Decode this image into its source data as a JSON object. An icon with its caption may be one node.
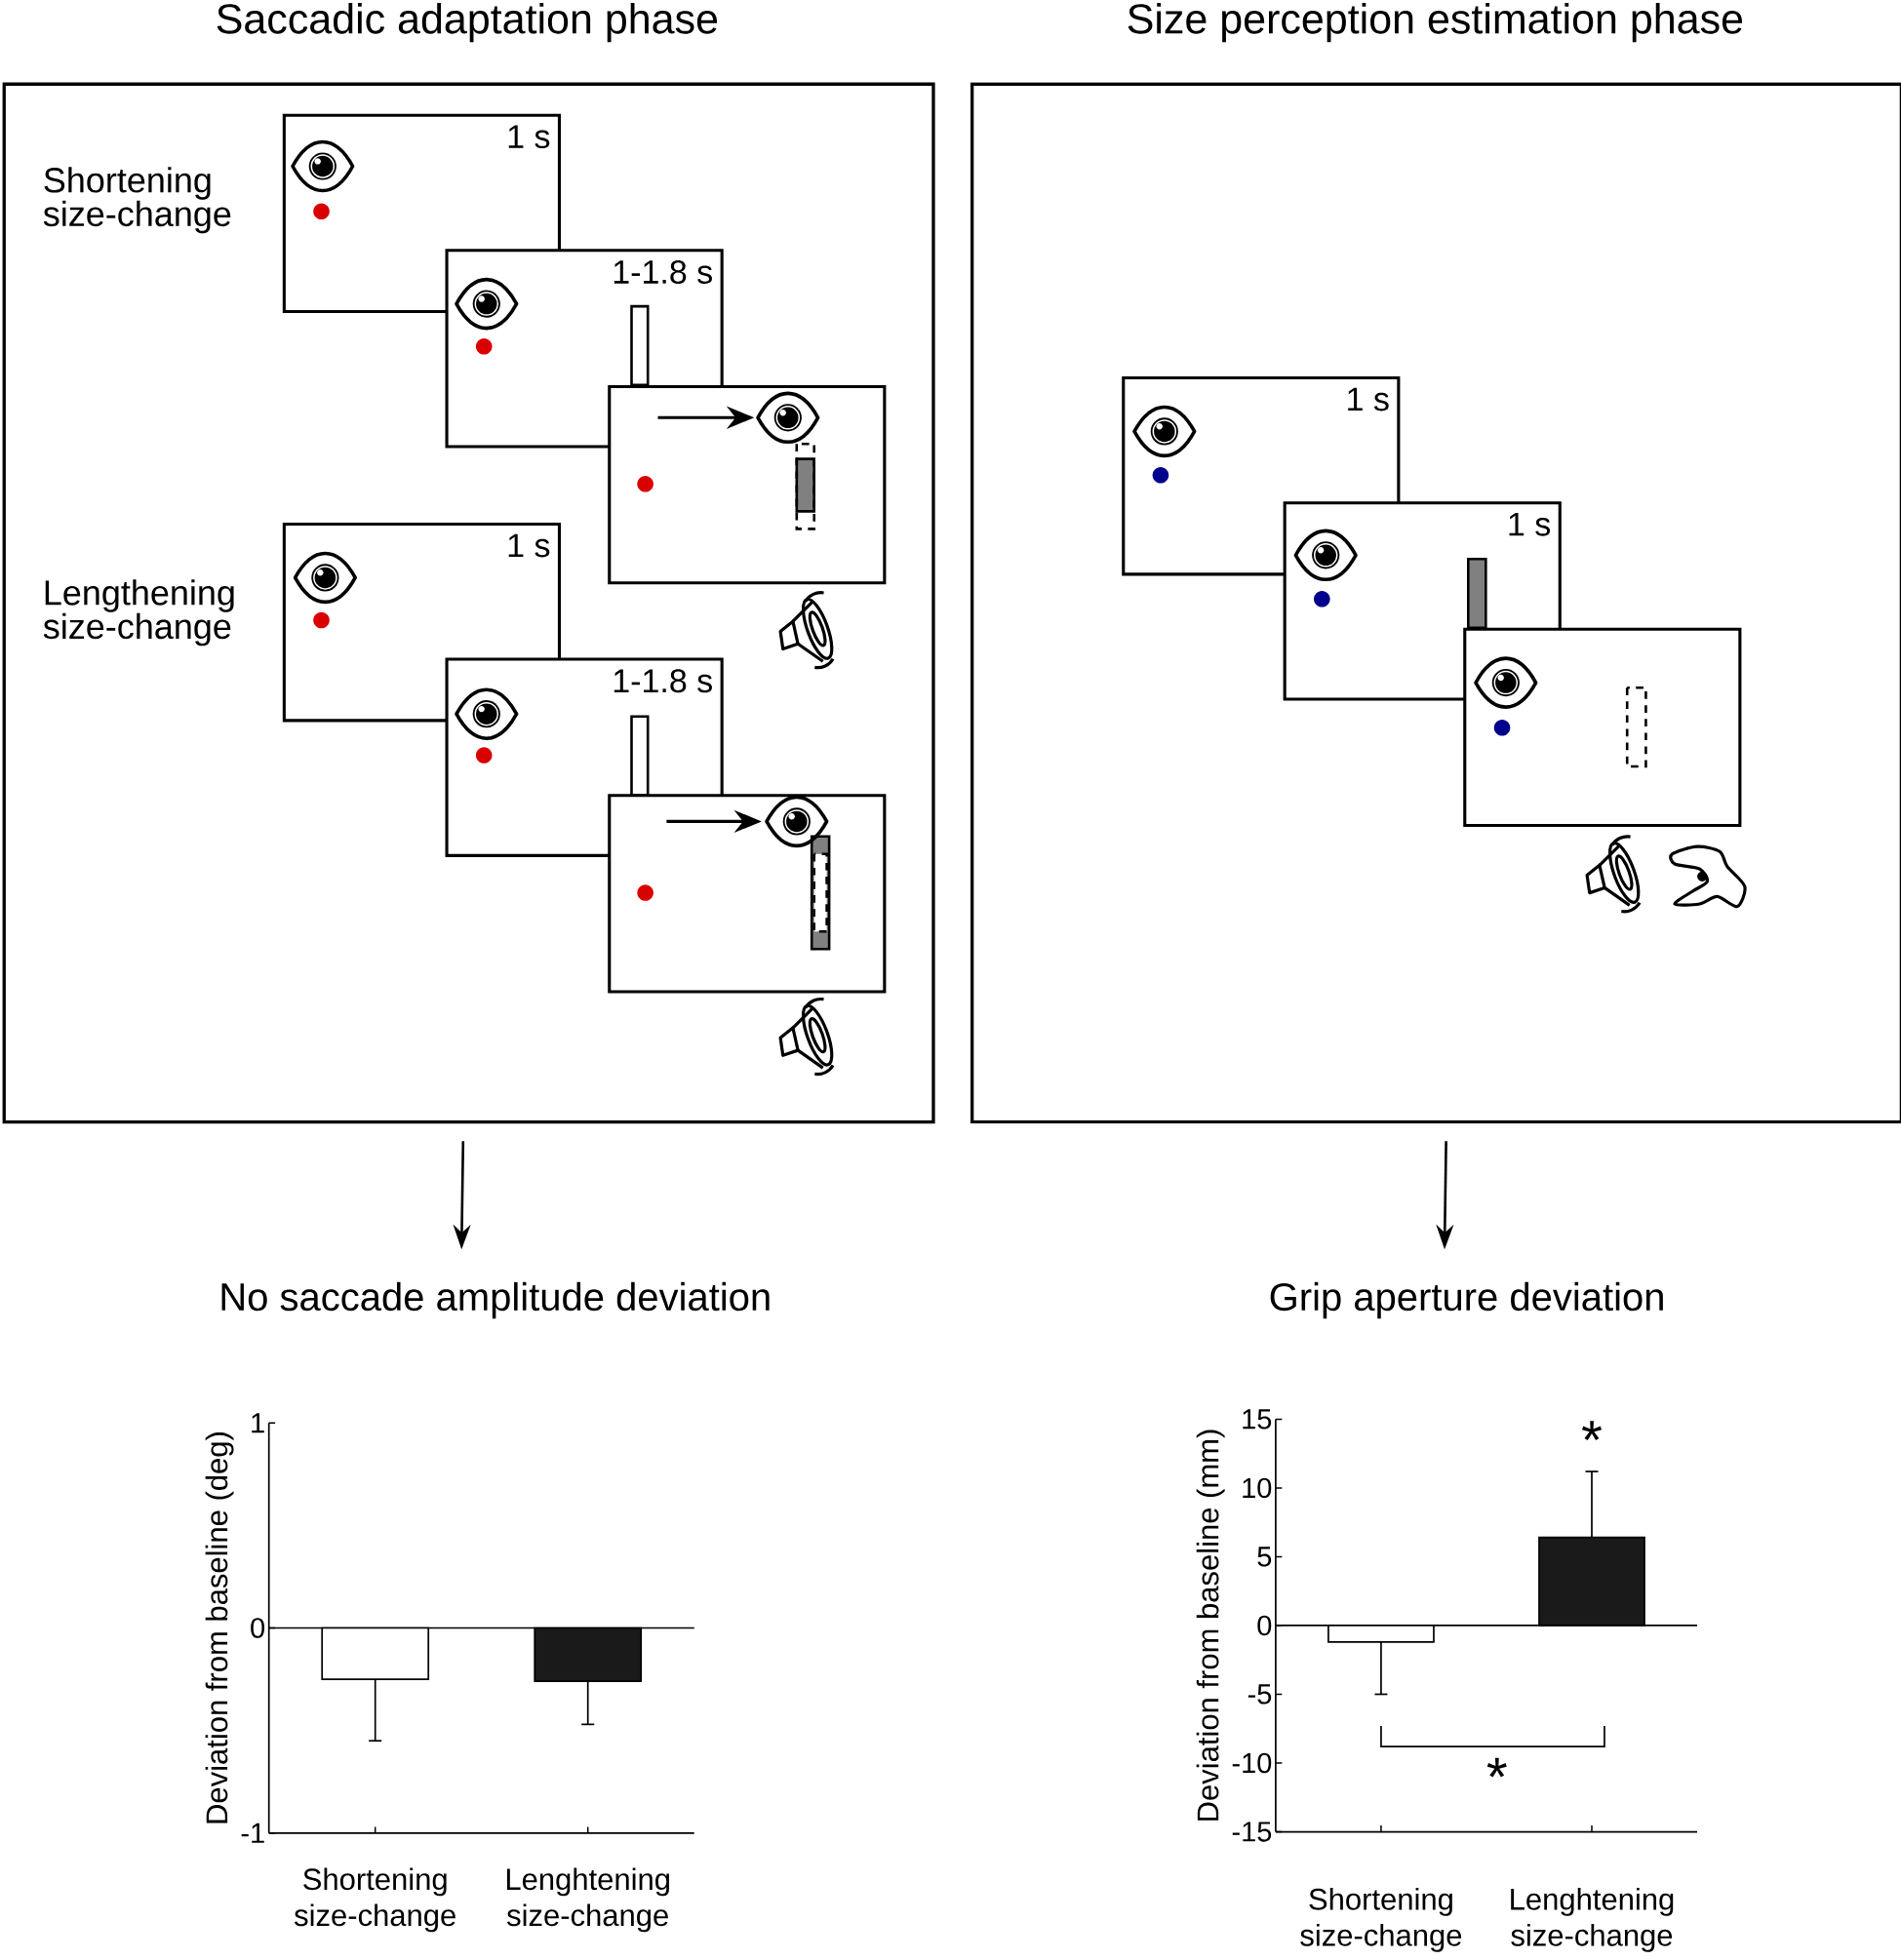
{
  "diagram": {
    "nodes": [
      {
        "text": [
          "Saccadic adaptation phase"
        ]
      },
      {
        "text": [
          "1 s"
        ],
        "in": 0
      },
      {
        "text": [
          "1-1.8 s"
        ],
        "in": 0
      },
      {
        "text": [],
        "shape": "box",
        "in": 0
      },
      {
        "text": [
          "1 s"
        ],
        "in": 0
      },
      {
        "text": [
          "1-1.8 s"
        ],
        "in": 0
      },
      {
        "text": [],
        "shape": "box",
        "in": 0
      },
      {
        "text": [
          "Size perception estimation phase"
        ]
      },
      {
        "text": [
          "1 s"
        ],
        "in": 7
      },
      {
        "text": [
          "1 s"
        ],
        "in": 7
      },
      {
        "text": [],
        "shape": "box",
        "in": 7
      },
      {
        "text": [
          "No saccade amplitude deviation"
        ]
      },
      {
        "text": [
          "Grip aperture deviation"
        ]
      }
    ],
    "edges": [
      {
        "from": 0,
        "to": 11,
        "arrow": "to"
      },
      {
        "from": 7,
        "to": 12,
        "arrow": "to"
      }
    ],
    "labels": [
      "Shortening size-change",
      "Lengthening size-change"
    ],
    "chart_data": [
      {
        "type": "bar",
        "ylabel": "Deviation from baseline (deg)",
        "categories": [
          "Shortening size-change",
          "Lenghtening size-change"
        ],
        "ylim": [
          -1,
          1
        ],
        "yticks": [
          -1,
          0,
          1
        ],
        "series": [
          {
            "values": [
              -0.25,
              -0.26
            ],
            "errors": [
              0.3,
              0.21
            ],
            "colors": [
              "#ffffff",
              "#1a1a1a"
            ]
          }
        ]
      },
      {
        "type": "bar",
        "ylabel": "Deviation from baseline (mm)",
        "categories": [
          "Shortening size-change",
          "Lenghtening size-change"
        ],
        "ylim": [
          -15,
          15
        ],
        "yticks": [
          -15,
          -10,
          -5,
          0,
          5,
          10,
          15
        ],
        "series": [
          {
            "values": [
              -1.2,
              6.4
            ],
            "errors": [
              3.8,
              4.8
            ],
            "colors": [
              "#ffffff",
              "#1a1a1a"
            ]
          }
        ],
        "annotations": [
          "*",
          "*"
        ]
      }
    ]
  }
}
